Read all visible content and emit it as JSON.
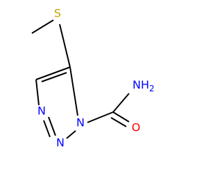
{
  "molecule": {
    "atoms": {
      "sulfur": "S",
      "nitrogen_ring": "N",
      "nitrogen_n2": "N",
      "nitrogen_n3": "N",
      "amide_nh2": "NH2",
      "oxygen": "O"
    },
    "colors": {
      "bond": "#000000",
      "sulfur": "#C8A000",
      "nitrogen": "#0000FF",
      "oxygen": "#FF0000"
    }
  }
}
